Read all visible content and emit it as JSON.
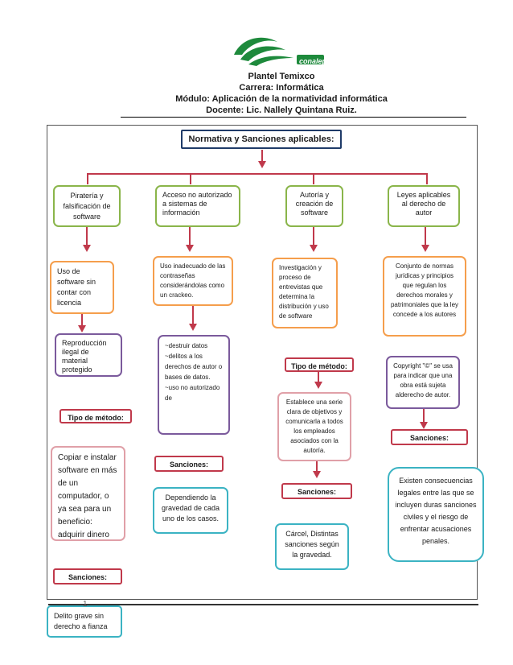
{
  "header": {
    "logo_text": "conalep",
    "line1": "Plantel Temixco",
    "line2": "Carrera: Informática",
    "line3": "Módulo: Aplicación de la normatividad informática",
    "line4": "Docente: Lic. Nallely Quintana Ruiz."
  },
  "root": "Normativa y Sanciones aplicables:",
  "col1": {
    "title": "Piratería y falsificación de software",
    "desc": "Uso de software sin contar con licencia",
    "sub": "Reproducción ilegal de material protegido",
    "method_label": "Tipo de método:",
    "method": "Copiar e instalar software en más de un computador, o ya sea para un beneficio: adquirir dinero",
    "sanc_label": "Sanciones:",
    "sanc": "Delito grave sin derecho a fianza"
  },
  "col2": {
    "title": "Acceso no autorizado a sistemas de información",
    "desc": "Uso inadecuado de las contraseñas considerándolas como un crackeo.",
    "list1": "~destruir datos",
    "list2": "~delitos a los derechos de autor o bases de datos.",
    "list3": "~uso no autorizado de",
    "sanc_label": "Sanciones:",
    "sanc": "Dependiendo la gravedad de cada uno de los casos."
  },
  "col3": {
    "title": "Autoría y creación de software",
    "desc": "Investigación y proceso de entrevistas que determina la distribución y uso de software",
    "method_label": "Tipo de método:",
    "method": "Establece una serie clara de objetivos y comunicarla a todos los empleados asociados con la autoría.",
    "sanc_label": "Sanciones:",
    "sanc": "Cárcel, Distintas sanciones según la gravedad."
  },
  "col4": {
    "title": "Leyes aplicables al derecho de autor",
    "desc": "Conjunto de normas jurídicas y principios que regulan los derechos morales y patrimoniales que la ley concede a los autores",
    "copy": "Copyright \"©\" se usa para indicar que una obra está sujeta alderecho de autor.",
    "sanc_label": "Sanciones:",
    "sanc": "Existen consecuencias legales entre las que se incluyen duras sanciones civiles y el riesgo de enfrentar acusaciones penales."
  },
  "page_number": "1",
  "colors": {
    "red": "#c0394b",
    "green": "#8ab54a",
    "orange": "#f59e4c",
    "purple": "#7b5a9c",
    "teal": "#3bb3c3",
    "pink": "#e0a0a8",
    "navy": "#1f3b68",
    "logo_green": "#1e8a3c"
  }
}
